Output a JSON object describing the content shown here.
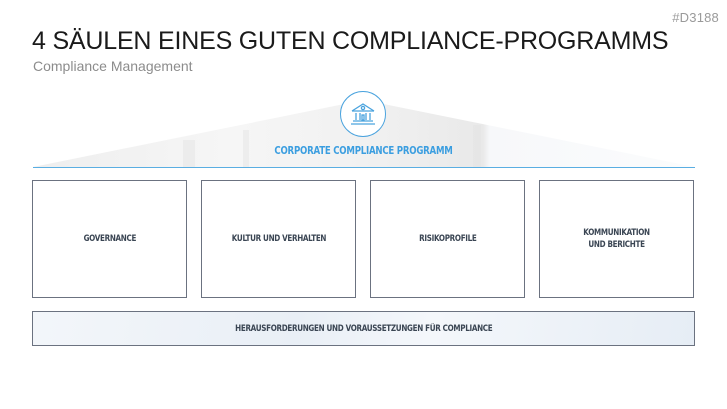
{
  "slide_id": "#D3188",
  "title": "4 SÄULEN EINES GUTEN COMPLIANCE-PROGRAMMS",
  "subtitle": "Compliance Management",
  "roof": {
    "icon": "bank-building-icon",
    "label": "CORPORATE COMPLIANCE PROGRAMM",
    "accent_color": "#3b9ee0"
  },
  "pillars": [
    {
      "label": "GOVERNANCE"
    },
    {
      "label": "KULTUR UND VERHALTEN"
    },
    {
      "label": "RISIKOPROFILE"
    },
    {
      "label": "KOMMUNIKATION\nUND BERICHTE"
    }
  ],
  "base": {
    "label": "HERAUSFORDERUNGEN UND VORAUSSETZUNGEN FÜR COMPLIANCE"
  }
}
